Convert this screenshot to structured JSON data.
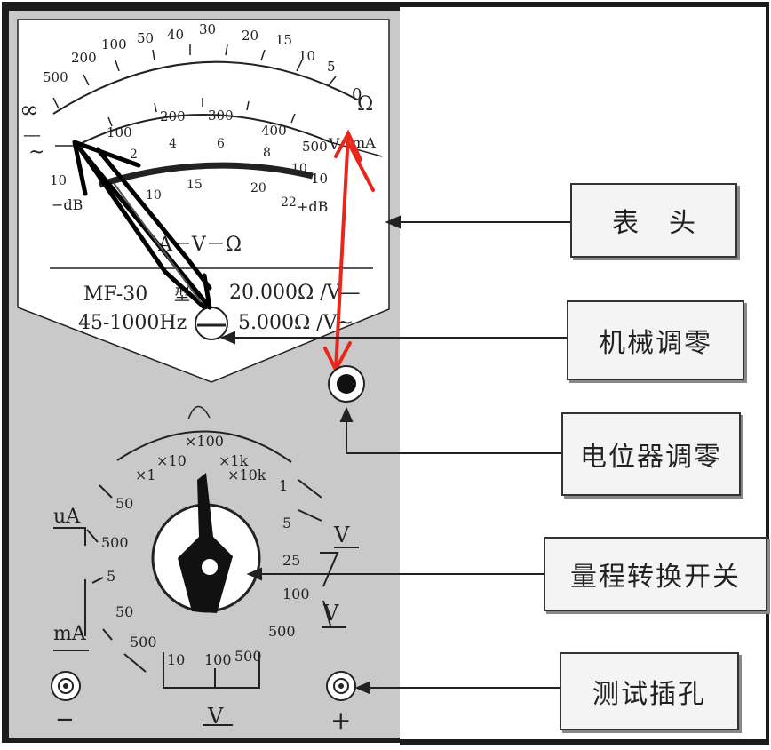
{
  "scales": {
    "ohm": [
      {
        "t": "500"
      },
      {
        "t": "200"
      },
      {
        "t": "100"
      },
      {
        "t": "50"
      },
      {
        "t": "40"
      },
      {
        "t": "30"
      },
      {
        "t": "20"
      },
      {
        "t": "15"
      },
      {
        "t": "10"
      },
      {
        "t": "5"
      },
      {
        "t": "0"
      }
    ],
    "ohm_symbol": "Ω",
    "infinity": "∞",
    "dc_symbol": "—",
    "ac_symbol": "~",
    "v_scale": [
      {
        "t": "100"
      },
      {
        "t": "200"
      },
      {
        "t": "300"
      },
      {
        "t": "400"
      },
      {
        "t": "500"
      }
    ],
    "v_scale_sub": [
      {
        "t": "2"
      },
      {
        "t": "4"
      },
      {
        "t": "6"
      },
      {
        "t": "8"
      },
      {
        "t": "10"
      }
    ],
    "v_unit": "V",
    "ma_unit": "mA",
    "db_scale": [
      {
        "t": "10"
      },
      {
        "t": "15"
      },
      {
        "t": "20"
      },
      {
        "t": "22"
      }
    ],
    "db_left_top": "10",
    "db_left": "−dB",
    "db_right_top": "10",
    "db_right": "+dB",
    "mode": "A－V－Ω"
  },
  "meter_info": {
    "model": "MF-30",
    "model_suffix": "型",
    "freq": "45-1000Hz",
    "dc_sensitivity": "20.000Ω /V—",
    "ac_sensitivity": "5.000Ω /V~"
  },
  "dial": {
    "ohm_ranges": [
      {
        "t": "×1"
      },
      {
        "t": "×10"
      },
      {
        "t": "×100"
      },
      {
        "t": "×1k"
      },
      {
        "t": "×10k"
      }
    ],
    "dc_volts": [
      {
        "t": "1"
      },
      {
        "t": "5"
      },
      {
        "t": "25"
      },
      {
        "t": "100"
      },
      {
        "t": "500"
      }
    ],
    "dc_volt_label": "V",
    "ac_volt_label": "V",
    "ac_volts": [
      {
        "t": "10"
      },
      {
        "t": "100"
      },
      {
        "t": "500"
      }
    ],
    "ac_label_bottom": "V",
    "ua_label": "uA",
    "ua_ranges": [
      {
        "t": "50"
      },
      {
        "t": "500"
      }
    ],
    "ma_label": "mA",
    "ma_ranges": [
      {
        "t": "5"
      },
      {
        "t": "50"
      },
      {
        "t": "500"
      }
    ]
  },
  "jacks": {
    "minus": "−",
    "plus": "+"
  },
  "callouts": {
    "header": "表头",
    "mech_zero": "机械调零",
    "pot_zero": "电位器调零",
    "range_switch": "量程转换开关",
    "test_jack": "测试插孔"
  },
  "colors": {
    "panel": "#c9c9c9",
    "face": "#ffffff",
    "ink": "#1a1a1a",
    "annotation_red": "#e8261a",
    "annotation_black": "#000000",
    "frame": "#1c1c1c"
  }
}
